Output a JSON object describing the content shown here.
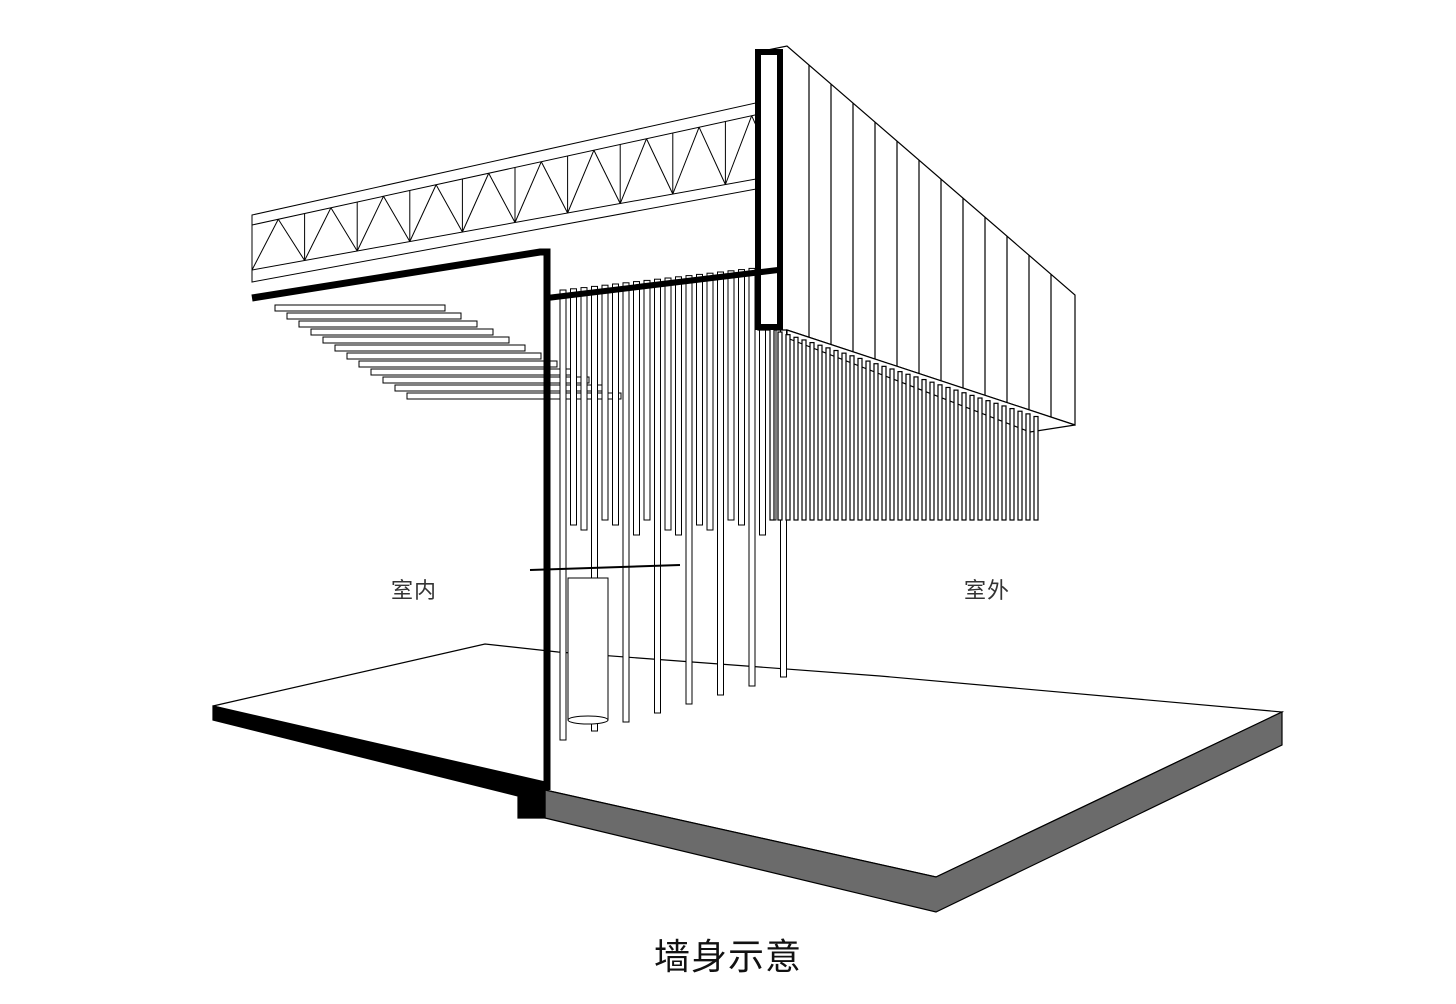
{
  "labels": {
    "interior": "室内",
    "exterior": "室外"
  },
  "caption": "墙身示意",
  "colors": {
    "line": "#000000",
    "section_cut": "#000000",
    "ground_shadow": "#6b6b6b",
    "background": "#ffffff"
  }
}
